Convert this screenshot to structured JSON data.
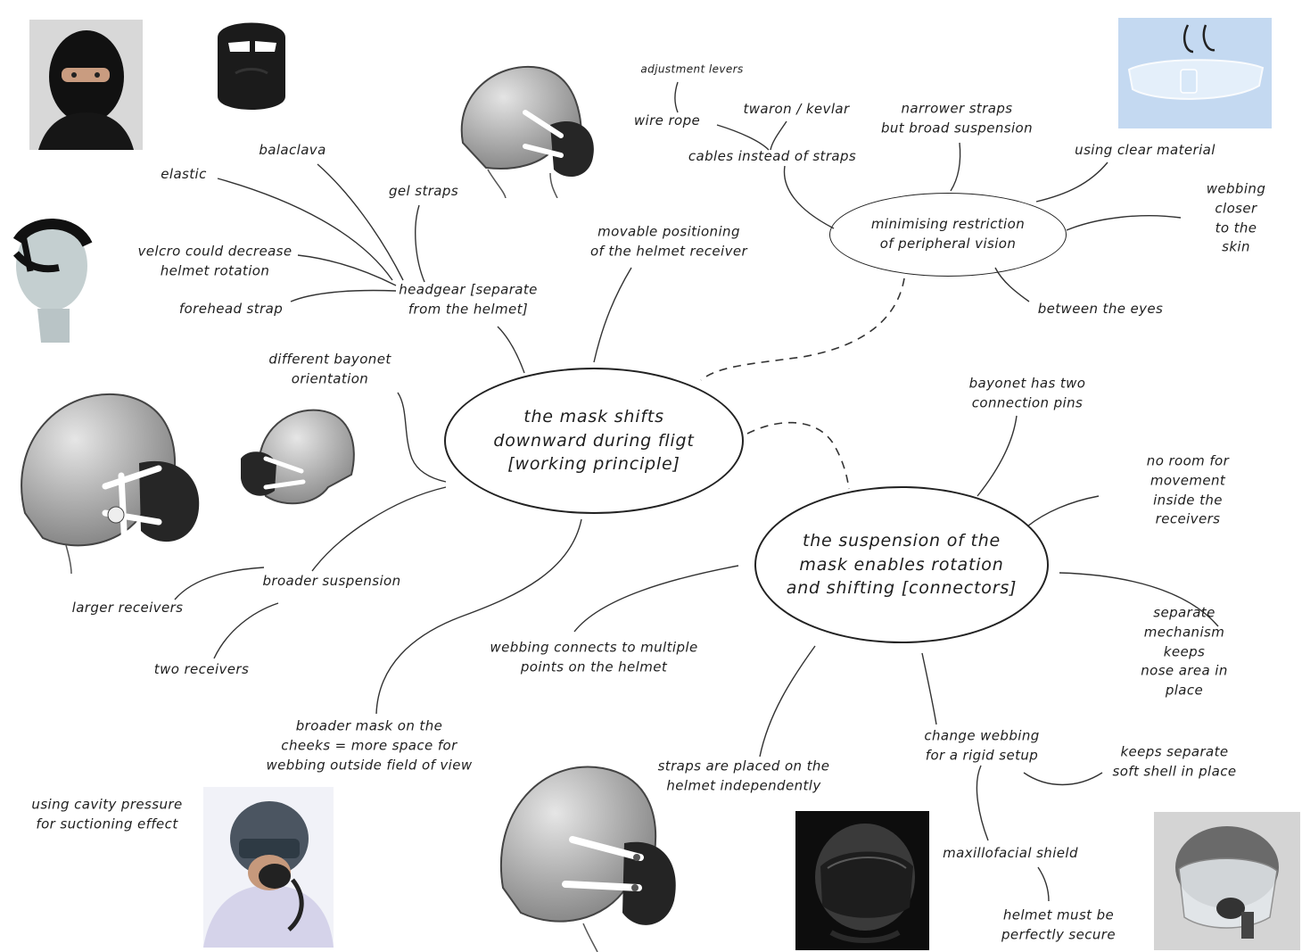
{
  "hubs": {
    "center": "the mask shifts\ndownward during fligt\n[working principle]",
    "suspension": "the suspension of the\nmask enables rotation\nand shifting [connectors]",
    "vision": "minimising restriction\nof peripheral vision"
  },
  "labels": {
    "adjustment_levers": "adjustment levers",
    "wire_rope": "wire rope",
    "twaron_kevlar": "twaron / kevlar",
    "cables_instead": "cables instead of straps",
    "narrower_straps": "narrower straps\nbut broad suspension",
    "clear_material": "using clear material",
    "webbing_closer": "webbing closer\nto the skin",
    "between_eyes": "between the eyes",
    "balaclava": "balaclava",
    "elastic": "elastic",
    "gel_straps": "gel straps",
    "velcro": "velcro could decrease\nhelmet rotation",
    "forehead_strap": "forehead strap",
    "headgear": "headgear [separate\nfrom the helmet]",
    "movable_positioning": "movable positioning\nof the helmet receiver",
    "bayonet_orientation": "different bayonet\norientation",
    "bayonet_pins": "bayonet has two\nconnection pins",
    "no_room": "no room for movement\ninside the receivers",
    "broader_suspension": "broader suspension",
    "larger_receivers": "larger receivers",
    "two_receivers": "two receivers",
    "webbing_multiple": "webbing connects to multiple\npoints on the helmet",
    "separate_mechanism": "separate mechanism keeps\nnose area in place",
    "broader_mask": "broader mask on the\ncheeks = more space for\nwebbing outside field of view",
    "straps_independently": "straps are placed on the\nhelmet independently",
    "change_webbing": "change webbing\nfor a rigid setup",
    "keeps_shell": "keeps separate\nsoft shell in place",
    "cavity_pressure": "using cavity pressure\nfor suctioning effect",
    "maxillofacial": "maxillofacial shield",
    "helmet_secure": "helmet must be\nperfectly secure"
  },
  "images": {
    "balaclava_photo": "person-balaclava-photo",
    "neoprene_mask": "neoprene-face-mask-photo",
    "helmet_top": "helmet-sketch-top",
    "clear_visor": "clear-visor-photo",
    "headgear_photo": "headgear-strap-mannequin-photo",
    "helmet_left_large": "helmet-sketch-left-large",
    "helmet_left_small": "helmet-sketch-left-small",
    "pilot_photo": "pilot-oxygen-mask-photo",
    "helmet_bottom": "helmet-sketch-bottom",
    "dark_helmet": "dark-helmet-photo",
    "pilot_helmet": "pilot-helmet-visor-photo"
  },
  "colors": {
    "ink": "#1e1e1e",
    "helmet_shell": "#b7b7b7",
    "mask_dark": "#2a2a2a",
    "visor_blue": "#a9c8e8"
  }
}
